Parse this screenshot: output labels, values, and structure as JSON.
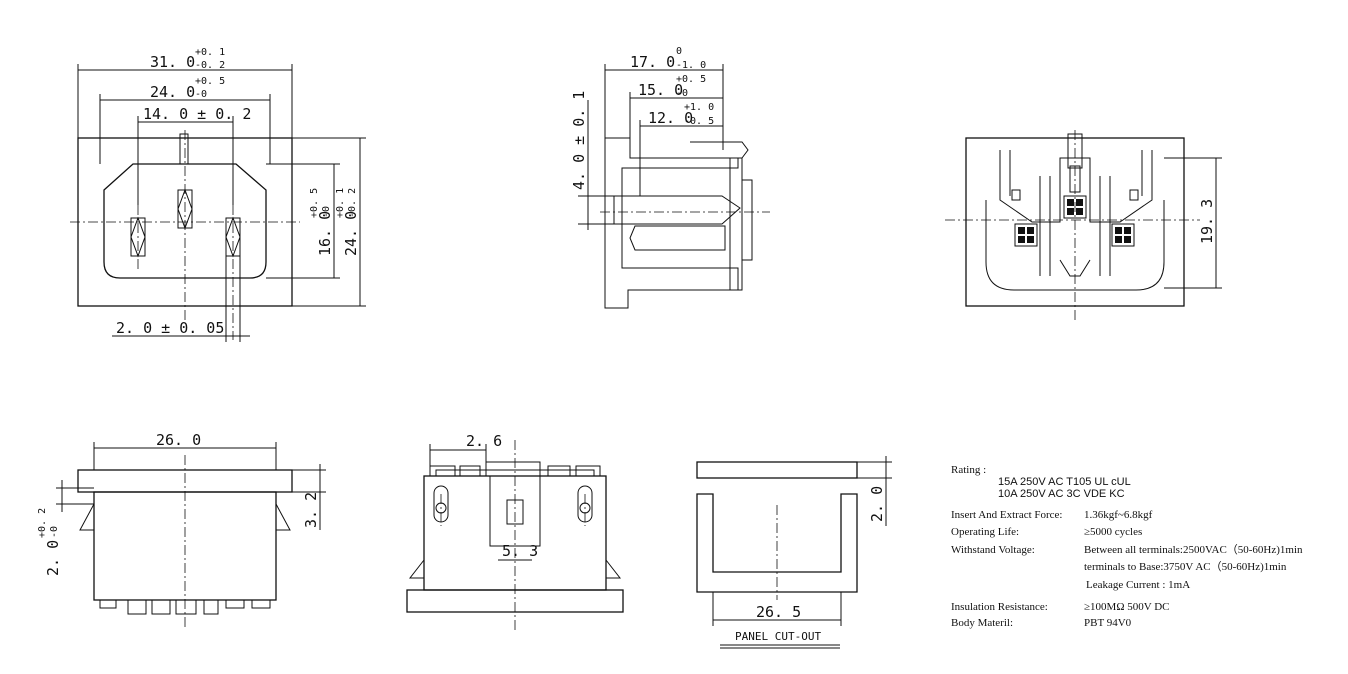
{
  "front_view": {
    "dim_width_outer": "31. 0",
    "dim_width_outer_tol_plus": "+0. 1",
    "dim_width_outer_tol_minus": "-0. 2",
    "dim_width_mid": "24. 0",
    "dim_width_mid_tol_plus": "+0. 5",
    "dim_width_mid_tol_minus": "-0",
    "dim_pin_span": "14. 0 ± 0. 2",
    "dim_height_inner": "16. 0",
    "dim_height_inner_tol_plus": "+0. 5",
    "dim_height_inner_tol_minus": "-0",
    "dim_height_outer": "24. 0",
    "dim_height_outer_tol_plus": "+0. 1",
    "dim_height_outer_tol_minus": "-0. 2",
    "dim_pin_width": "2. 0 ± 0. 05"
  },
  "section_view": {
    "dim_depth_total": "17. 0",
    "dim_depth_total_tol_plus": "0",
    "dim_depth_total_tol_minus": "-1. 0",
    "dim_depth_mid": "15. 0",
    "dim_depth_mid_tol_plus": "+0. 5",
    "dim_depth_mid_tol_minus": "-0",
    "dim_depth_pin": "12. 0",
    "dim_depth_pin_tol_plus": "+1. 0",
    "dim_depth_pin_tol_minus": "-0. 5",
    "dim_pin_height": "4. 0 ± 0. 1"
  },
  "rear_view": {
    "dim_height": "19. 3"
  },
  "top_view": {
    "dim_width": "26. 0",
    "dim_flange": "3. 2",
    "dim_side": "2. 0",
    "dim_side_tol_plus": "+0. 2",
    "dim_side_tol_minus": "-0"
  },
  "side_view": {
    "dim_tab": "2. 6",
    "dim_slot": "5. 3"
  },
  "cutout_view": {
    "dim_width": "26. 5",
    "dim_thickness": "2. 0",
    "label": "PANEL CUT-OUT"
  },
  "specs": {
    "rating_label": "Rating :",
    "rating_line1": "15A 250V AC   T105   UL    cUL",
    "rating_line2": "10A 250V AC      3C   VDE    KC",
    "force_label": "Insert And Extract Force:",
    "force_value": "1.36kgf~6.8kgf",
    "life_label": "Operating Life:",
    "life_value": "≥5000  cycles",
    "voltage_label": "Withstand Voltage:",
    "voltage_value1": "Between all terminals:2500VAC（50-60Hz)1min",
    "voltage_value2": "terminals to Base:3750V AC（50-60Hz)1min",
    "voltage_value3": "Leakage Current :  1mA",
    "insulation_label": "Insulation Resistance:",
    "insulation_value": "≥100MΩ   500V DC",
    "material_label": "Body Materil:",
    "material_value": "PBT    94V0"
  }
}
